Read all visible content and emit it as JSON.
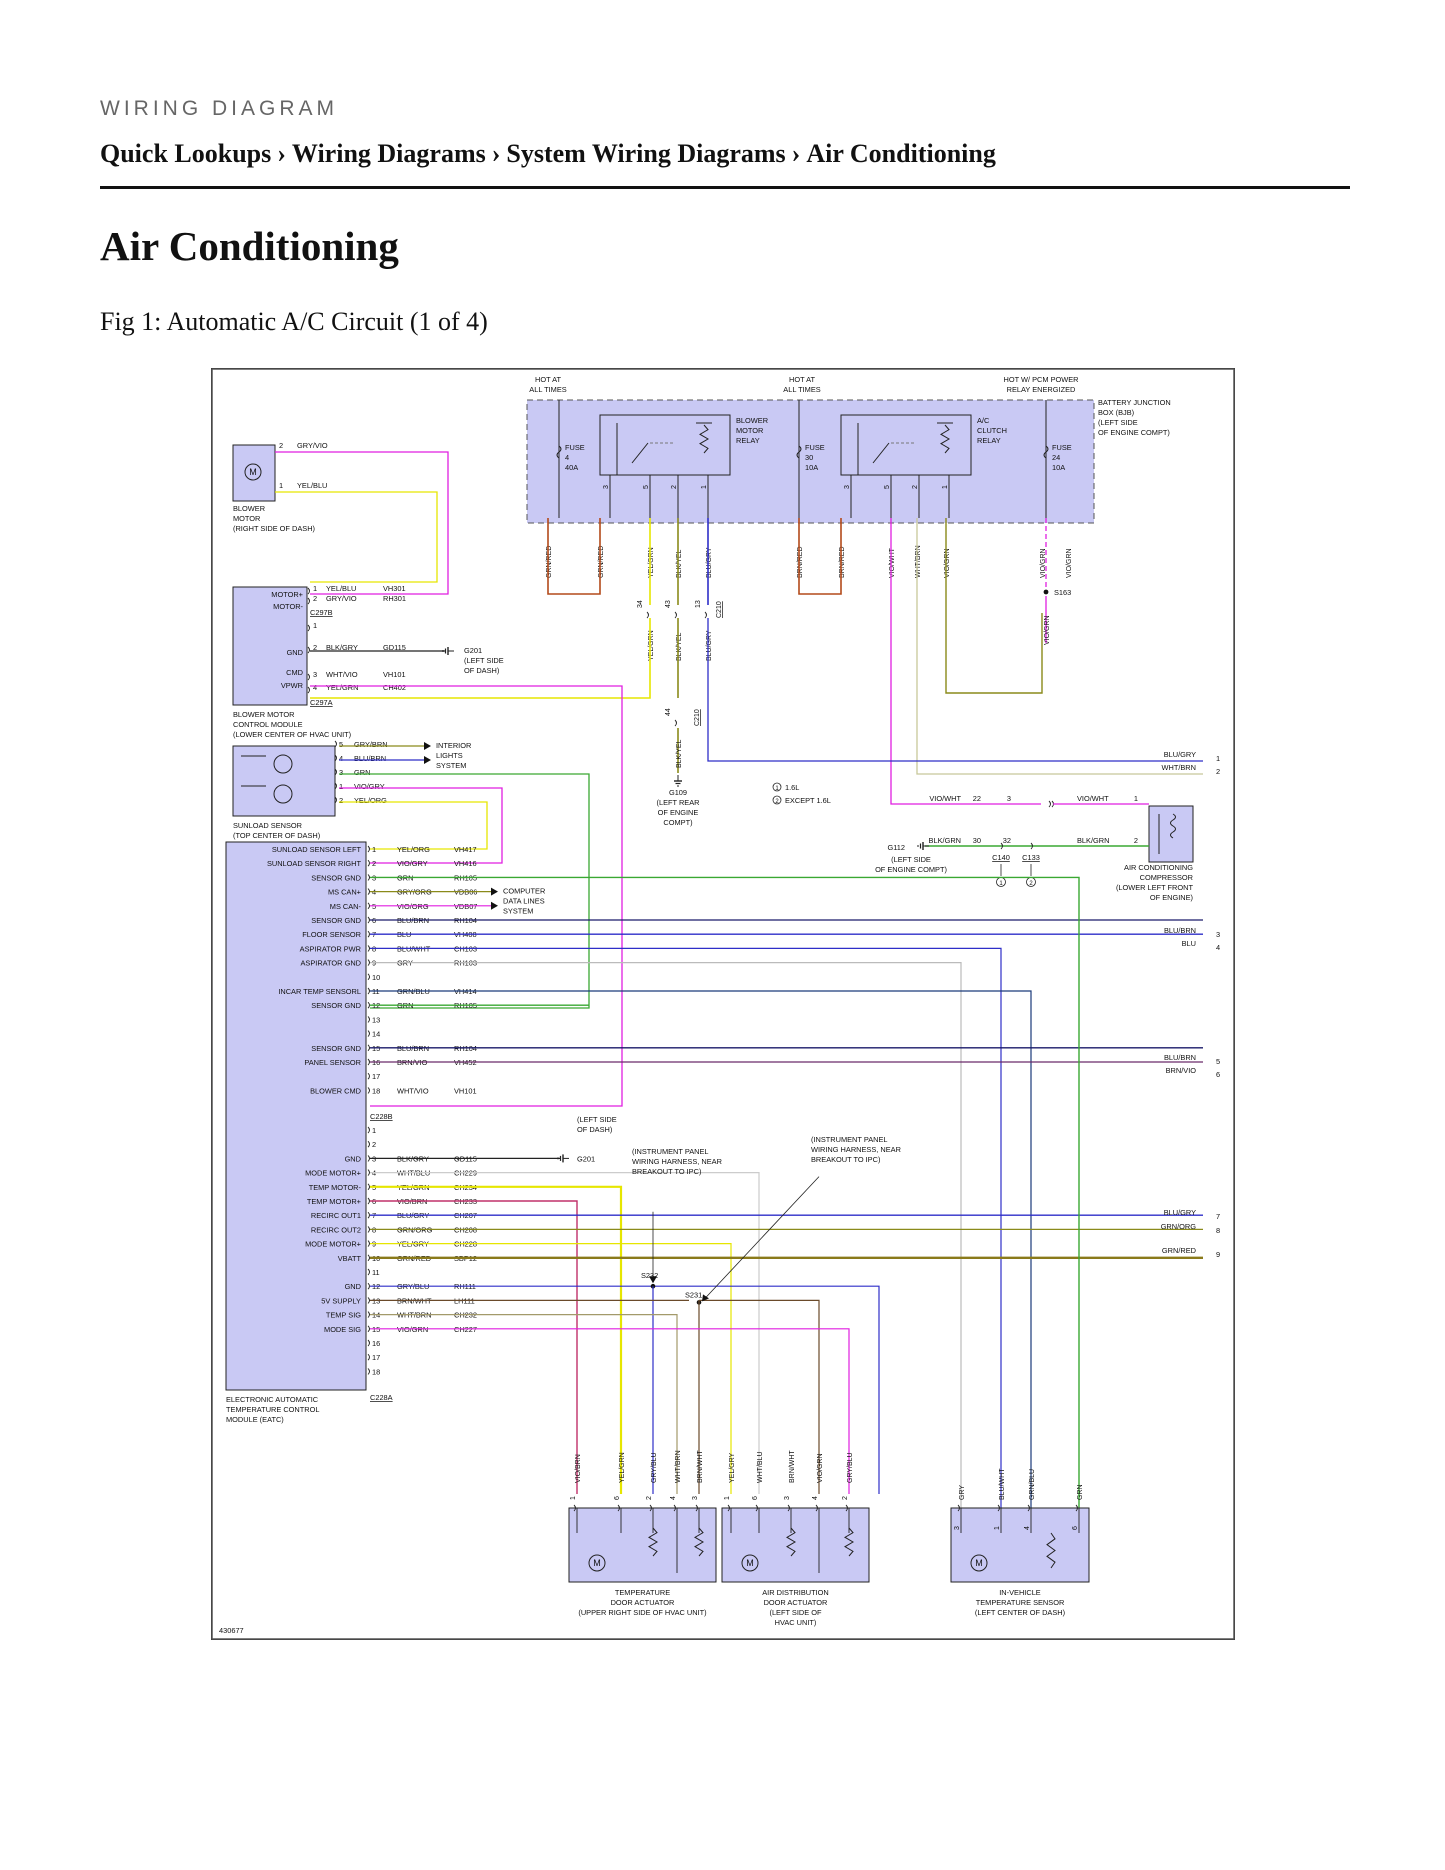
{
  "header": {
    "kicker": "WIRING DIAGRAM",
    "breadcrumb": [
      "Quick Lookups",
      "Wiring Diagrams",
      "System Wiring Diagrams",
      "Air Conditioning"
    ],
    "separator": "›"
  },
  "page_title": "Air Conditioning",
  "figure": {
    "caption": "Fig 1: Automatic A/C Circuit (1 of 4)",
    "figure_id": "430677"
  },
  "diagram": {
    "bjb": {
      "label": [
        "BATTERY JUNCTION",
        "BOX (BJB)",
        "(LEFT SIDE",
        "OF ENGINE COMPT)"
      ],
      "hot1": [
        "HOT AT",
        "ALL TIMES"
      ],
      "hot2": [
        "HOT AT",
        "ALL TIMES"
      ],
      "hot3": [
        "HOT W/ PCM POWER",
        "RELAY ENERGIZED"
      ],
      "fuse1": [
        "FUSE",
        "4",
        "40A"
      ],
      "fuse2": [
        "FUSE",
        "30",
        "10A"
      ],
      "fuse3": [
        "FUSE",
        "24",
        "10A"
      ],
      "relay1": [
        "BLOWER",
        "MOTOR",
        "RELAY"
      ],
      "relay2": [
        "A/C",
        "CLUTCH",
        "RELAY"
      ],
      "relay_pins": [
        "3",
        "5",
        "2",
        "1"
      ]
    },
    "blower_motor": {
      "label": [
        "BLOWER",
        "MOTOR",
        "(RIGHT SIDE OF DASH)"
      ],
      "pins": [
        {
          "n": "2",
          "wire": "GRY/VIO"
        },
        {
          "n": "1",
          "wire": "YEL/BLU"
        }
      ]
    },
    "bmcm": {
      "label": [
        "BLOWER MOTOR",
        "CONTROL MODULE",
        "(LOWER CENTER OF HVAC UNIT)"
      ],
      "pin_labels": [
        "MOTOR+",
        "MOTOR-",
        "GND",
        "CMD",
        "VPWR"
      ],
      "rows": [
        {
          "n": "1",
          "wire": "YEL/BLU",
          "circuit": "VH301"
        },
        {
          "n": "2",
          "wire": "GRY/VIO",
          "circuit": "RH301"
        },
        {
          "n": "1",
          "wire": "",
          "circuit": ""
        },
        {
          "n": "2",
          "wire": "BLK/GRY",
          "circuit": "GD115"
        },
        {
          "n": "3",
          "wire": "WHT/VIO",
          "circuit": "VH101"
        },
        {
          "n": "4",
          "wire": "YEL/GRN",
          "circuit": "CH402"
        }
      ],
      "conn_top": "C297B",
      "conn_bottom": "C297A",
      "ground": [
        "G201",
        "(LEFT SIDE",
        "OF DASH)"
      ]
    },
    "sunload": {
      "label": [
        "SUNLOAD SENSOR",
        "(TOP CENTER OF DASH)"
      ],
      "rows": [
        {
          "n": "5",
          "wire": "GRY/BRN"
        },
        {
          "n": "4",
          "wire": "BLU/BRN"
        },
        {
          "n": "3",
          "wire": "GRN"
        },
        {
          "n": "1",
          "wire": "VIO/GRY"
        },
        {
          "n": "2",
          "wire": "YEL/ORG"
        }
      ],
      "interior": [
        "INTERIOR",
        "LIGHTS",
        "SYSTEM"
      ]
    },
    "vertical_wires": {
      "top": [
        "GRN/RED",
        "GRN/RED",
        "YEL/GRN",
        "BLK/YEL",
        "BLU/GRY",
        "BRN/RED",
        "BRN/RED",
        "VIO/WHT",
        "WHT/BRN",
        "VIO/GRN",
        "VIO/GRN",
        "VIO/GRN"
      ],
      "c210_upper_pins": [
        "34",
        "43",
        "13"
      ],
      "c210_lower_pin": "44",
      "conn_c210": "C210",
      "mid": [
        "YEL/GRN",
        "BLK/YEL",
        "BLU/GRY",
        "BLK/YEL"
      ],
      "s163": "S163",
      "g109": [
        "G109",
        "(LEFT REAR",
        "OF ENGINE",
        "COMPT)"
      ],
      "notes": [
        "1.6L",
        "EXCEPT 1.6L"
      ],
      "note_nums": [
        "1",
        "2"
      ]
    },
    "compressor": {
      "label": [
        "AIR CONDITIONING",
        "COMPRESSOR",
        "(LOWER LEFT FRONT",
        "OF ENGINE)"
      ],
      "rows": [
        {
          "wire": "VIO/WHT",
          "a": "22",
          "b": "3",
          "wire2": "VIO/WHT",
          "pin": "1"
        },
        {
          "wire": "BLK/GRN",
          "a": "30",
          "b": "32",
          "wire2": "BLK/GRN",
          "pin": "2"
        }
      ],
      "g112": [
        "G112",
        "(LEFT SIDE",
        "OF ENGINE COMPT)"
      ],
      "conns": [
        "C140",
        "C133"
      ]
    },
    "eatc": {
      "label": [
        "ELECTRONIC AUTOMATIC",
        "TEMPERATURE CONTROL",
        "MODULE (EATC)"
      ],
      "conn_b": "C228B",
      "conn_a": "C228A",
      "b_rows": [
        {
          "n": "1",
          "label": "SUNLOAD SENSOR LEFT",
          "wire": "YEL/ORG",
          "circuit": "VH417"
        },
        {
          "n": "2",
          "label": "SUNLOAD SENSOR RIGHT",
          "wire": "VIO/GRY",
          "circuit": "VH416"
        },
        {
          "n": "3",
          "label": "SENSOR GND",
          "wire": "GRN",
          "circuit": "RH105"
        },
        {
          "n": "4",
          "label": "MS CAN+",
          "wire": "GRY/ORG",
          "circuit": "VDB06"
        },
        {
          "n": "5",
          "label": "MS CAN-",
          "wire": "VIO/ORG",
          "circuit": "VDB07"
        },
        {
          "n": "6",
          "label": "SENSOR GND",
          "wire": "BLU/BRN",
          "circuit": "RH104"
        },
        {
          "n": "7",
          "label": "FLOOR SENSOR",
          "wire": "BLU",
          "circuit": "VH408"
        },
        {
          "n": "8",
          "label": "ASPIRATOR PWR",
          "wire": "BLU/WHT",
          "circuit": "CH103"
        },
        {
          "n": "9",
          "label": "ASPIRATOR GND",
          "wire": "GRY",
          "circuit": "RH103"
        },
        {
          "n": "10",
          "label": "",
          "wire": "",
          "circuit": ""
        },
        {
          "n": "11",
          "label": "INCAR TEMP SENSORL",
          "wire": "GRN/BLU",
          "circuit": "VH414"
        },
        {
          "n": "12",
          "label": "SENSOR GND",
          "wire": "GRN",
          "circuit": "RH105"
        },
        {
          "n": "13",
          "label": "",
          "wire": "",
          "circuit": ""
        },
        {
          "n": "14",
          "label": "",
          "wire": "",
          "circuit": ""
        },
        {
          "n": "15",
          "label": "SENSOR GND",
          "wire": "BLU/BRN",
          "circuit": "RH104"
        },
        {
          "n": "16",
          "label": "PANEL SENSOR",
          "wire": "BRN/VIO",
          "circuit": "VH452"
        },
        {
          "n": "17",
          "label": "",
          "wire": "",
          "circuit": ""
        },
        {
          "n": "18",
          "label": "BLOWER CMD",
          "wire": "WHT/VIO",
          "circuit": "VH101"
        }
      ],
      "a_rows": [
        {
          "n": "1",
          "label": "",
          "wire": "",
          "circuit": ""
        },
        {
          "n": "2",
          "label": "",
          "wire": "",
          "circuit": ""
        },
        {
          "n": "3",
          "label": "GND",
          "wire": "BLK/GRY",
          "circuit": "GD115"
        },
        {
          "n": "4",
          "label": "MODE MOTOR+",
          "wire": "WHT/BLU",
          "circuit": "CH229"
        },
        {
          "n": "5",
          "label": "TEMP MOTOR-",
          "wire": "YEL/GRN",
          "circuit": "CH234"
        },
        {
          "n": "6",
          "label": "TEMP MOTOR+",
          "wire": "VIO/BRN",
          "circuit": "CH233"
        },
        {
          "n": "7",
          "label": "RECIRC OUT1",
          "wire": "BLU/GRY",
          "circuit": "CH207"
        },
        {
          "n": "8",
          "label": "RECIRC OUT2",
          "wire": "GRN/ORG",
          "circuit": "CH208"
        },
        {
          "n": "9",
          "label": "MODE MOTOR+",
          "wire": "YEL/GRY",
          "circuit": "CH228"
        },
        {
          "n": "10",
          "label": "VBATT",
          "wire": "GRN/RED",
          "circuit": "SBP12"
        },
        {
          "n": "11",
          "label": "",
          "wire": "",
          "circuit": ""
        },
        {
          "n": "12",
          "label": "GND",
          "wire": "GRY/BLU",
          "circuit": "RH111"
        },
        {
          "n": "13",
          "label": "5V SUPPLY",
          "wire": "BRN/WHT",
          "circuit": "LH111"
        },
        {
          "n": "14",
          "label": "TEMP SIG",
          "wire": "WHT/BRN",
          "circuit": "CH232"
        },
        {
          "n": "15",
          "label": "MODE SIG",
          "wire": "VIO/GRN",
          "circuit": "CH227"
        },
        {
          "n": "16",
          "label": "",
          "wire": "",
          "circuit": ""
        },
        {
          "n": "17",
          "label": "",
          "wire": "",
          "circuit": ""
        },
        {
          "n": "18",
          "label": "",
          "wire": "",
          "circuit": ""
        }
      ],
      "computer": [
        "COMPUTER",
        "DATA LINES",
        "SYSTEM"
      ],
      "g201": [
        "(LEFT SIDE",
        "OF DASH)",
        "G201"
      ],
      "ip_note1": [
        "(INSTRUMENT PANEL",
        "WIRING HARNESS, NEAR",
        "BREAKOUT TO IPC)"
      ],
      "ip_note2": [
        "(INSTRUMENT PANEL",
        "WIRING HARNESS, NEAR",
        "BREAKOUT TO IPC)"
      ],
      "splices": [
        "S232",
        "S231"
      ]
    },
    "right_edge": [
      {
        "wire": "BLU/GRY",
        "n": "1"
      },
      {
        "wire": "WHT/BRN",
        "n": "2"
      },
      {
        "wire": "BLU/BRN",
        "n": "3"
      },
      {
        "wire": "BLU",
        "n": "4"
      },
      {
        "wire": "BLU/BRN",
        "n": "5"
      },
      {
        "wire": "BRN/VIO",
        "n": "6"
      },
      {
        "wire": "BLU/GRY",
        "n": "7"
      },
      {
        "wire": "GRN/ORG",
        "n": "8"
      },
      {
        "wire": "GRN/RED",
        "n": "9"
      }
    ],
    "actuators": [
      {
        "label": [
          "TEMPERATURE",
          "DOOR ACTUATOR",
          "(UPPER RIGHT SIDE OF HVAC UNIT)"
        ],
        "wires": [
          "VIO/BRN",
          "YEL/GRN",
          "GRY/BLU",
          "WHT/BRN",
          "BRN/WHT"
        ],
        "pins": [
          "1",
          "6",
          "2",
          "4",
          "3"
        ]
      },
      {
        "label": [
          "AIR DISTRIBUTION",
          "DOOR ACTUATOR",
          "(LEFT SIDE OF",
          "HVAC UNIT)"
        ],
        "wires": [
          "YEL/GRY",
          "WHT/BLU",
          "BRN/WHT",
          "VIO/GRN",
          "GRY/BLU"
        ],
        "pins": [
          "1",
          "6",
          "3",
          "4",
          "2"
        ]
      },
      {
        "label": [
          "IN-VEHICLE",
          "TEMPERATURE SENSOR",
          "(LEFT CENTER OF DASH)"
        ],
        "wires": [
          "GRY",
          "BLU/WHT",
          "GRN/BLU",
          "GRN"
        ],
        "pins": [
          "3",
          "1",
          "4",
          "6"
        ]
      }
    ],
    "colors": {
      "fill": "#c9c9f4",
      "stroke": "#333333",
      "magenta": "#e01fe0",
      "yellow": "#e6e600",
      "green": "#3aa832",
      "olive": "#8a8a1a",
      "blue": "#2e2ec8",
      "brown": "#b34a1a",
      "grey": "#9a9a9a",
      "dark": "#222222"
    }
  }
}
